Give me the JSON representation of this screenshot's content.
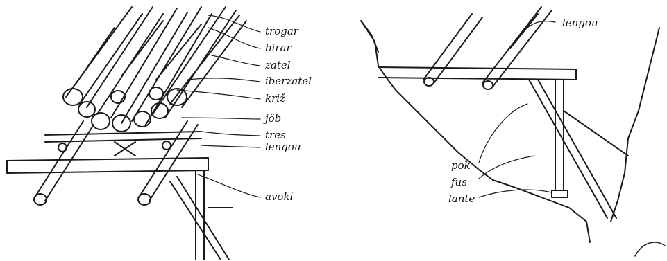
{
  "left_figure": {
    "labels": [
      "trogar",
      "birar",
      "zatel",
      "iberzatel",
      "križ",
      "jöb",
      "tres",
      "lengou",
      "avoki"
    ]
  },
  "right_figure": {
    "labels": [
      "lengou",
      "pok",
      "fus",
      "lante"
    ]
  },
  "colors": {
    "ink": "#1a1a1a",
    "paper": "#ffffff"
  }
}
